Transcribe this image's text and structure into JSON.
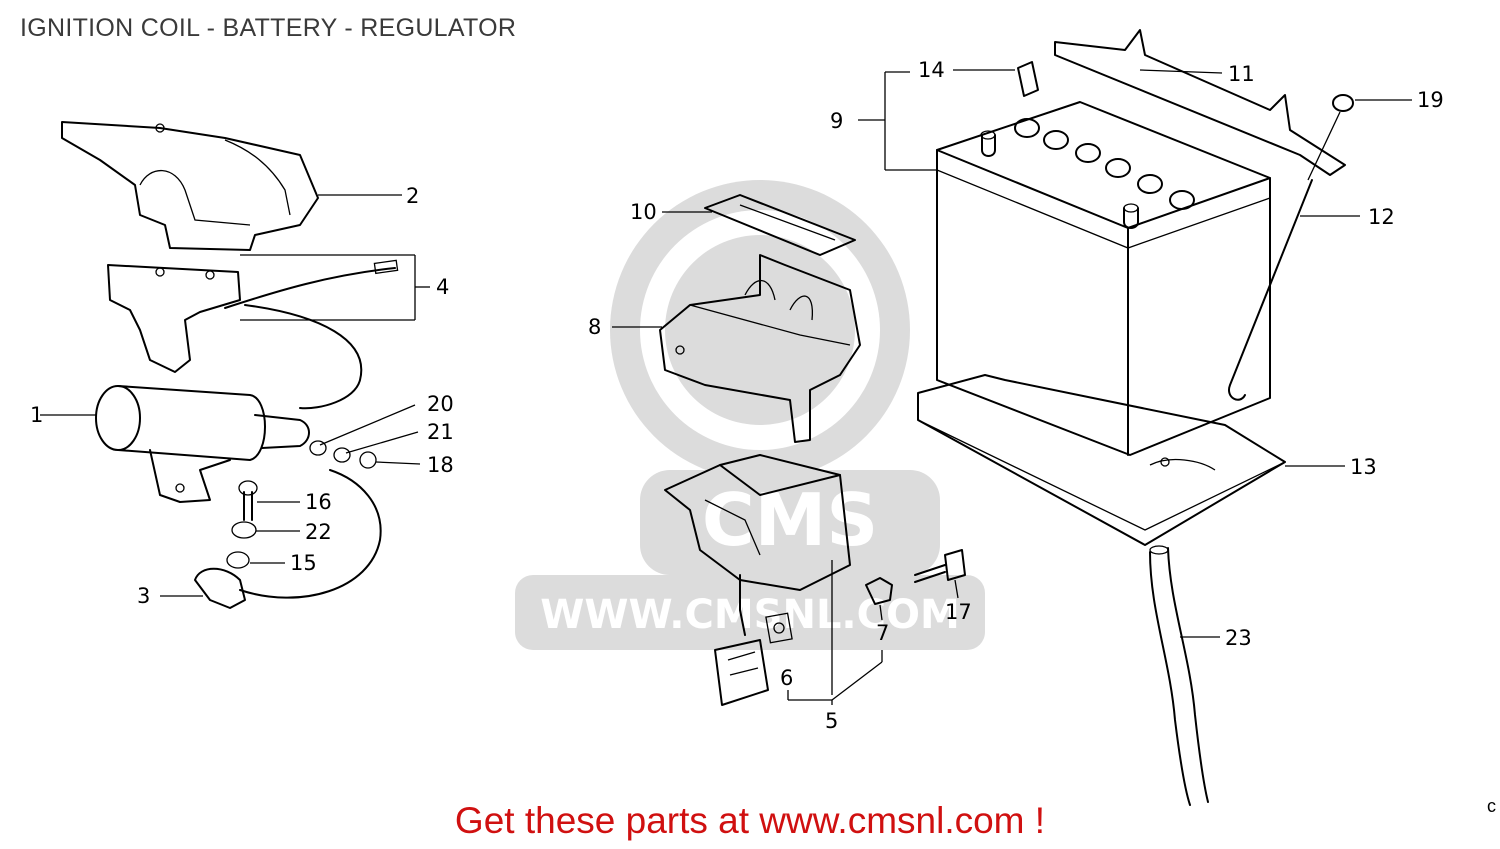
{
  "title": "IGNITION COIL - BATTERY - REGULATOR",
  "watermark": {
    "url_text": "WWW.CMSNL.COM",
    "logo_text": "CMS"
  },
  "callouts": [
    {
      "id": "1",
      "label": "1"
    },
    {
      "id": "2",
      "label": "2"
    },
    {
      "id": "3",
      "label": "3"
    },
    {
      "id": "4",
      "label": "4"
    },
    {
      "id": "5",
      "label": "5"
    },
    {
      "id": "6",
      "label": "6"
    },
    {
      "id": "7",
      "label": "7"
    },
    {
      "id": "8",
      "label": "8"
    },
    {
      "id": "9",
      "label": "9"
    },
    {
      "id": "10",
      "label": "10"
    },
    {
      "id": "11",
      "label": "11"
    },
    {
      "id": "12",
      "label": "12"
    },
    {
      "id": "13",
      "label": "13"
    },
    {
      "id": "14",
      "label": "14"
    },
    {
      "id": "15",
      "label": "15"
    },
    {
      "id": "16",
      "label": "16"
    },
    {
      "id": "17",
      "label": "17"
    },
    {
      "id": "18",
      "label": "18"
    },
    {
      "id": "19",
      "label": "19"
    },
    {
      "id": "20",
      "label": "20"
    },
    {
      "id": "21",
      "label": "21"
    },
    {
      "id": "22",
      "label": "22"
    },
    {
      "id": "23",
      "label": "23"
    }
  ],
  "cta_text": "Get these parts at www.cmsnl.com !",
  "corner_mark": "c"
}
